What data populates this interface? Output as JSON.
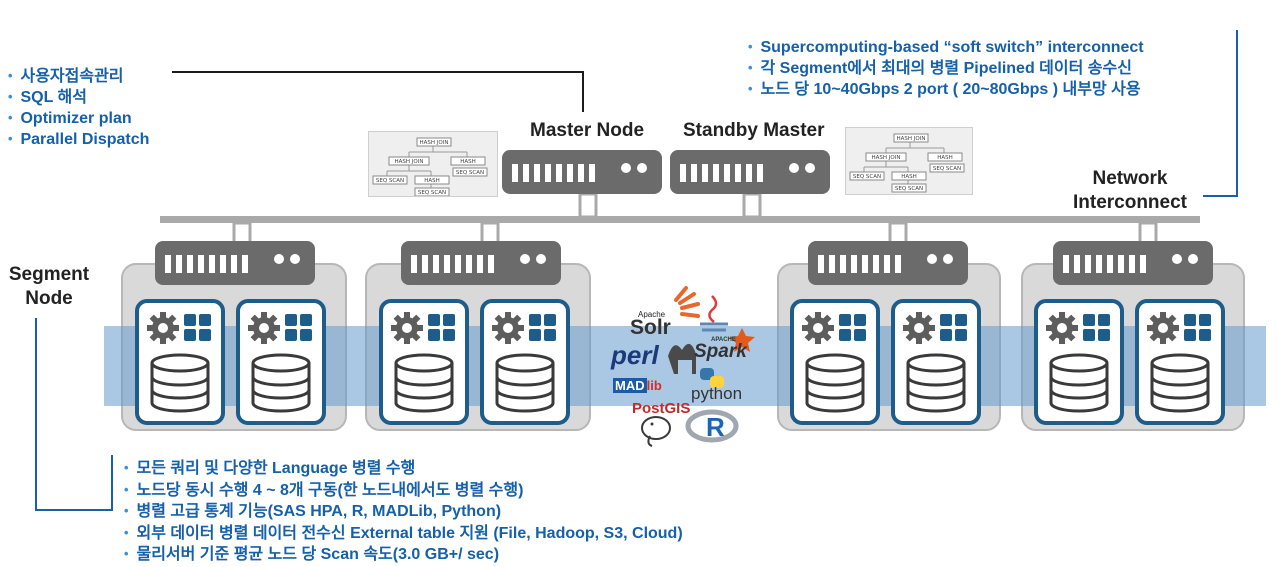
{
  "master": {
    "bullets": [
      "사용자접속관리",
      "SQL 해석",
      "Optimizer plan",
      "Parallel Dispatch"
    ]
  },
  "interconnect": {
    "bullets": [
      "Supercomputing-based “soft switch” interconnect",
      "각 Segment에서 최대의 병렬 Pipelined 데이터 송수신",
      "노드 당 10~40Gbps  2 port ( 20~80Gbps ) 내부망 사용"
    ]
  },
  "segment": {
    "bullets": [
      "모든 쿼리 및 다양한 Language 병렬 수행",
      "노드당 동시 수행  4 ~ 8개 구동(한 노드내에서도 병렬 수행)",
      "병렬 고급 통계 기능(SAS HPA, R, MADLib, Python)",
      "외부 데이터 병렬 데이터 전수신 External table 지원 (File, Hadoop, S3, Cloud)",
      "물리서버 기준 평균 노드 당 Scan 속도(3.0 GB+/ sec)"
    ]
  },
  "labels": {
    "master_node": "Master Node",
    "standby_master": "Standby Master",
    "network_line1": "Network",
    "network_line2": "Interconnect",
    "segment_line1": "Segment",
    "segment_line2": "Node"
  },
  "plan": {
    "hash_join": "HASH JOIN",
    "hash": "HASH",
    "seq_scan": "SEQ SCAN"
  },
  "logos": {
    "apache": "Apache",
    "solr": "Solr",
    "perl": "perl",
    "spark_apache": "APACHE",
    "spark": "Spark",
    "madlib_mad": "MAD",
    "madlib_lib": "lib",
    "postgis": "PostGIS",
    "python": "python",
    "r": "R"
  },
  "colors": {
    "accent_blue": "#1560a8",
    "band": "#6a9ccd",
    "server_dark": "#6b6b6b",
    "chassis": "#d9d9d9",
    "unit_border": "#1e5c8a"
  }
}
